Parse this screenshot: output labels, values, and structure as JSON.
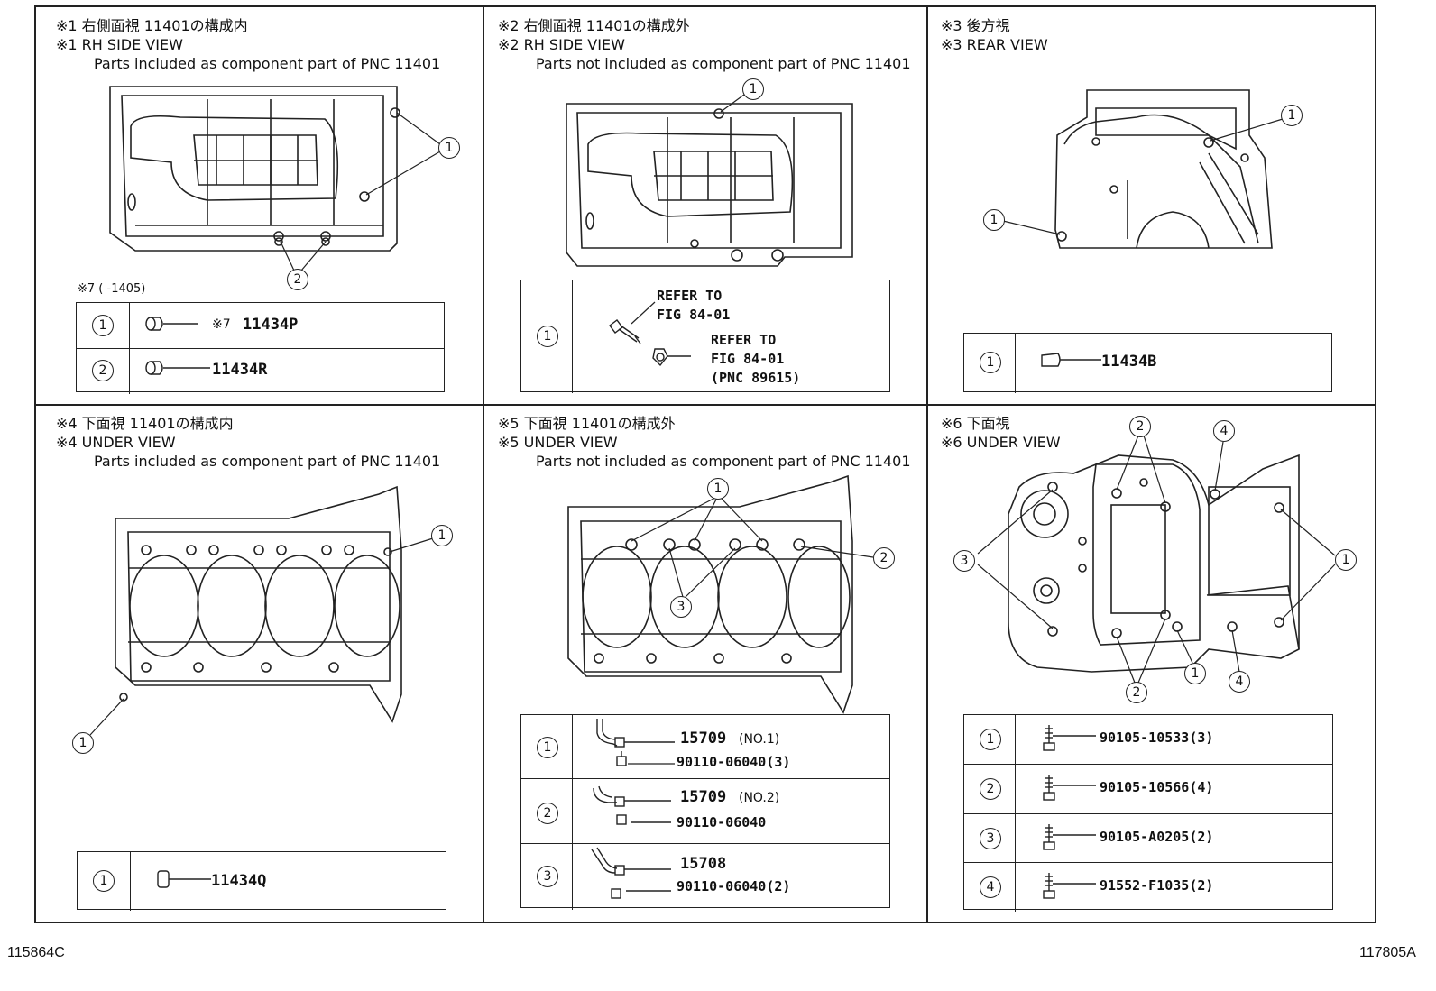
{
  "panels": {
    "p1": {
      "jp": "※1 右側面視 11401の構成内",
      "en": "※1 RH SIDE VIEW",
      "sub": "Parts included as component part of PNC 11401",
      "note": "※7 (       -1405)",
      "rows": [
        {
          "num": "1",
          "prefix": "※7",
          "part": "11434P"
        },
        {
          "num": "2",
          "part": "11434R"
        }
      ],
      "callouts": [
        "1",
        "2"
      ]
    },
    "p2": {
      "jp": "※2 右側面視 11401の構成外",
      "en": "※2 RH SIDE VIEW",
      "sub": "Parts not included as component part of PNC 11401",
      "rows": [
        {
          "num": "1",
          "ref1": "REFER TO",
          "ref1b": "FIG 84-01",
          "ref2": "REFER TO",
          "ref2b": "FIG 84-01",
          "ref2c": "(PNC 89615)"
        }
      ],
      "callouts": [
        "1"
      ]
    },
    "p3": {
      "jp": "※3 後方視",
      "en": "※3 REAR VIEW",
      "rows": [
        {
          "num": "1",
          "part": "11434B"
        }
      ],
      "callouts": [
        "1",
        "1"
      ]
    },
    "p4": {
      "jp": "※4 下面視 11401の構成内",
      "en": "※4 UNDER VIEW",
      "sub": "Parts included as component part of PNC 11401",
      "rows": [
        {
          "num": "1",
          "part": "11434Q"
        }
      ],
      "callouts": [
        "1",
        "1"
      ]
    },
    "p5": {
      "jp": "※5 下面視 11401の構成外",
      "en": "※5 UNDER VIEW",
      "sub": "Parts not included as component part of PNC 11401",
      "rows": [
        {
          "num": "1",
          "part": "15709",
          "tag": "(NO.1)",
          "bolt": "90110-06040(3)"
        },
        {
          "num": "2",
          "part": "15709",
          "tag": "(NO.2)",
          "bolt": "90110-06040"
        },
        {
          "num": "3",
          "part": "15708",
          "bolt": "90110-06040(2)"
        }
      ],
      "callouts": [
        "1",
        "2",
        "3"
      ]
    },
    "p6": {
      "jp": "※6 下面視",
      "en": "※6 UNDER VIEW",
      "rows": [
        {
          "num": "1",
          "part": "90105-10533(3)"
        },
        {
          "num": "2",
          "part": "90105-10566(4)"
        },
        {
          "num": "3",
          "part": "90105-A0205(2)"
        },
        {
          "num": "4",
          "part": "91552-F1035(2)"
        }
      ],
      "callouts": [
        "1",
        "2",
        "3",
        "4"
      ]
    }
  },
  "footer": {
    "left": "115864C",
    "right": "117805A"
  }
}
